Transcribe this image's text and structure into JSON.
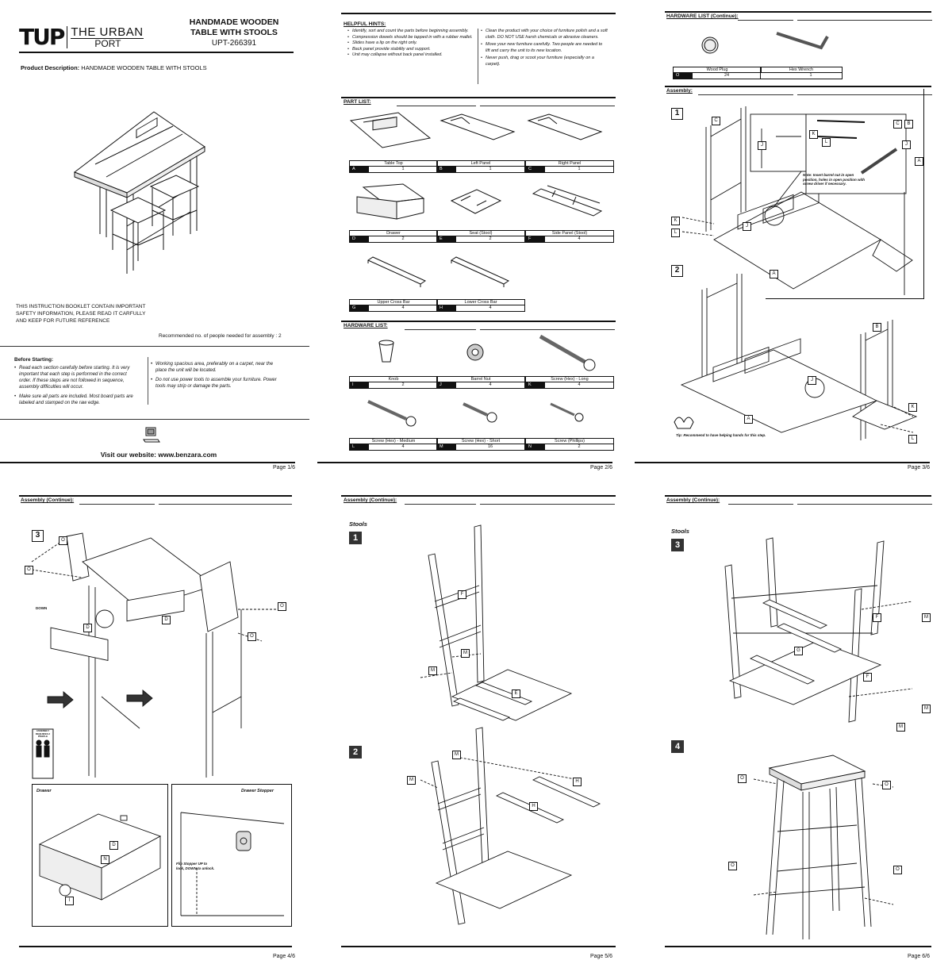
{
  "brand": {
    "logo_mark": "TUP",
    "name_line1": "THE URBAN",
    "name_line2": "PORT"
  },
  "cover": {
    "title_line1": "HANDMADE WOODEN",
    "title_line2": "TABLE WITH STOOLS",
    "sku": "UPT-266391",
    "desc_label": "Product Description:",
    "desc_value": "HANDMADE WOODEN TABLE WITH STOOLS",
    "safety_line1": "THIS INSTRUCTION BOOKLET CONTAIN IMPORTANT",
    "safety_line2": "SAFETY INFORMATION, PLEASE READ IT CARFULLY",
    "safety_line3": "AND KEEP FOR FUTURE REFERENCE",
    "people": "Recommended no. of people needed for assembly : 2",
    "before_title": "Before Starting:",
    "before_left": [
      "Read each section carefully before starting. It is very important that each step is performed in the correct order. If these steps are not followed in sequence, assembly difficulties will occur.",
      "Make sure all parts are included. Most board parts are labeled and stamped on the raw edge."
    ],
    "before_right": [
      "Working spacious area, preferably on a carpet, near the place the unit will be located.",
      "Do not use power tools to assemble your furniture. Power tools may strip or damage the parts."
    ],
    "website": "Visit our website: www.benzara.com",
    "page": "Page 1/6"
  },
  "hints": {
    "title": "HELPFUL HINTS:",
    "left": [
      "Identify, sort and count the parts before beginning assembly.",
      "Compression dowels should be tapped in with a rubber mallet.",
      "Slides have a lip on the right only.",
      "Back panel provide stability and support.",
      "Unit may collapse without back panel installed."
    ],
    "right": [
      "Clean the product with your choice of furniture polish and a soft cloth. DO NOT USE harsh chemicals or abrasive cleaners.",
      "Move your new furniture carefully. Two people are needed to lift and carry the unit to its new location.",
      "Never push, drag or scoot your furniture (especially on a carpet)."
    ]
  },
  "part_list": {
    "title": "PART LIST:",
    "items": [
      {
        "name": "Table Top",
        "code": "A",
        "qty": "1"
      },
      {
        "name": "Left Panel",
        "code": "B",
        "qty": "1"
      },
      {
        "name": "Right Panel",
        "code": "C",
        "qty": "1"
      },
      {
        "name": "Drawer",
        "code": "D",
        "qty": "2"
      },
      {
        "name": "Seat (Stool)",
        "code": "E",
        "qty": "2"
      },
      {
        "name": "Side Panel (Stool)",
        "code": "F",
        "qty": "4"
      },
      {
        "name": "Upper Cross Bar",
        "code": "G",
        "qty": "4"
      },
      {
        "name": "Lower Cross Bar",
        "code": "H",
        "qty": "4"
      }
    ]
  },
  "hardware_list": {
    "title": "HARDWARE LIST:",
    "items": [
      {
        "name": "Knob",
        "code": "I",
        "qty": "2"
      },
      {
        "name": "Barrel Nut",
        "code": "J",
        "qty": "4"
      },
      {
        "name": "Screw (Hex) - Long",
        "code": "K",
        "qty": "4"
      },
      {
        "name": "Screw (Hex) - Medium",
        "code": "L",
        "qty": "4"
      },
      {
        "name": "Screw (Hex) - Short",
        "code": "M",
        "qty": "16"
      },
      {
        "name": "Screw (Phillips)",
        "code": "N",
        "qty": "2"
      }
    ],
    "page": "Page 2/6"
  },
  "hardware_cont": {
    "title": "HARDWARE LIST (Continue):",
    "items": [
      {
        "name": "Wood Plug",
        "code": "O",
        "qty": "24"
      },
      {
        "name": "Hex Wrench",
        "code": "",
        "qty": "1"
      }
    ]
  },
  "assembly": {
    "title": "Assembly:",
    "title_cont": "Assembly (Continue):",
    "note": "Note: Insert barrel nut in open position, holes in open position with screw driver if necessary.",
    "tip": "Tip: Recommend to have helping hands for this step.",
    "page3": "Page 3/6",
    "drawer_label": "Drawer",
    "stopper_label": "Drawer Stopper",
    "stopper_note": "Flip Stopper UP to lock, DOWN to unlock.",
    "down_label": "DOWN",
    "warning_label": "ASSEMBLY REQUIRES 2 PEOPLE",
    "page4": "Page 4/6",
    "stools_label": "Stools",
    "page5": "Page 5/6",
    "page6": "Page 6/6"
  },
  "steps": [
    "1",
    "2",
    "3",
    "1",
    "2",
    "3",
    "4"
  ],
  "letters": [
    "A",
    "B",
    "C",
    "D",
    "E",
    "F",
    "G",
    "H",
    "I",
    "J",
    "K",
    "L",
    "M",
    "N",
    "O"
  ]
}
